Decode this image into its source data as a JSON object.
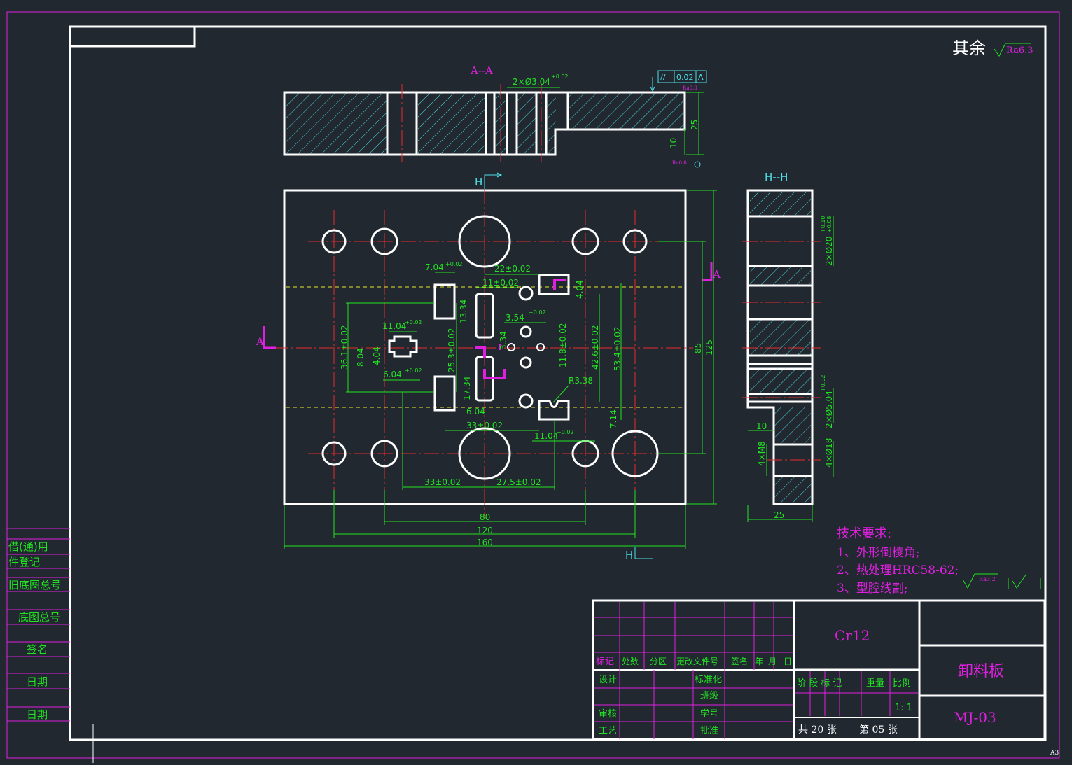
{
  "drawing": {
    "roughness_note": "其余",
    "roughness_value": "Ra6.3",
    "section_aa_label": "A--A",
    "section_hh_label": "H--H",
    "cut_mark_h": "H",
    "cut_mark_a": "A",
    "sheet_size": "A3",
    "tolerance_frame": {
      "symbol": "//",
      "value": "0.02",
      "datum": "A"
    },
    "small_roughness_1": "Ra0.8",
    "small_roughness_2": "Ra0.8",
    "small_roughness_3": "Ra3.2"
  },
  "dimensions": {
    "aa_holes": "2×Ø3.04",
    "aa_holes_tol": "+0.02",
    "aa_h25": "25",
    "aa_h10": "10",
    "d7_04": "7.04",
    "d22": "22±0.02",
    "d11": "11±0.02",
    "d13_34": "13.34",
    "d3_54": "3.54",
    "d11_04": "11.04",
    "d8_04": "8.04",
    "d4_04": "4.04",
    "d6_04": "6.04",
    "d36_1": "36.1±0.02",
    "d25_3": "25.3±0.02",
    "d17_34": "17.34",
    "d3_34": "3.34",
    "d11_8": "11.8±0.02",
    "d42_6": "42.6±0.02",
    "d53_4": "53.4±0.02",
    "d4_04b": "4.04",
    "dR338": "R3.38",
    "d6_04b": "6.04",
    "d7_14": "7.14",
    "d33a": "33±0.02",
    "d11_04b": "11.04",
    "d33b": "33±0.02",
    "d27_5": "27.5±0.02",
    "d80": "80",
    "d120": "120",
    "d160": "160",
    "d85": "85",
    "d125": "125",
    "tol": "+0.02",
    "hh_holes20": "2×Ø20",
    "hh_holes20_tol": "+0.10",
    "hh_holes20_tol2": "+0.08",
    "hh_holes5": "2×Ø5.04",
    "hh_m8": "4×M8",
    "hh_d18": "4×Ø18",
    "hh_10": "10",
    "hh_25": "25"
  },
  "tech_requirements": {
    "title": "技术要求:",
    "items": [
      "1、外形倒棱角;",
      "2、热处理HRC58-62;",
      "3、型腔线割;"
    ]
  },
  "left_strip": [
    "借(通)用",
    "件登记",
    "旧底图总号",
    "底图总号",
    "签名",
    "日期",
    "日期"
  ],
  "title_block": {
    "material": "Cr12",
    "part_name": "卸料板",
    "drawing_no": "MJ-03",
    "header_cols": [
      "标记",
      "处数",
      "分区",
      "更改文件号",
      "签名",
      "年",
      "月",
      "日"
    ],
    "rows": [
      {
        "a": "设计",
        "b": "标准化"
      },
      {
        "a": "",
        "b": "班级"
      },
      {
        "a": "审核",
        "b": "学号"
      },
      {
        "a": "工艺",
        "b": "批准"
      }
    ],
    "stage_mark": "阶 段 标 记",
    "weight": "重量",
    "scale_label": "比例",
    "scale_value": "1: 1",
    "sheet_count": "共 20 张",
    "sheet_no": "第 05 张"
  }
}
